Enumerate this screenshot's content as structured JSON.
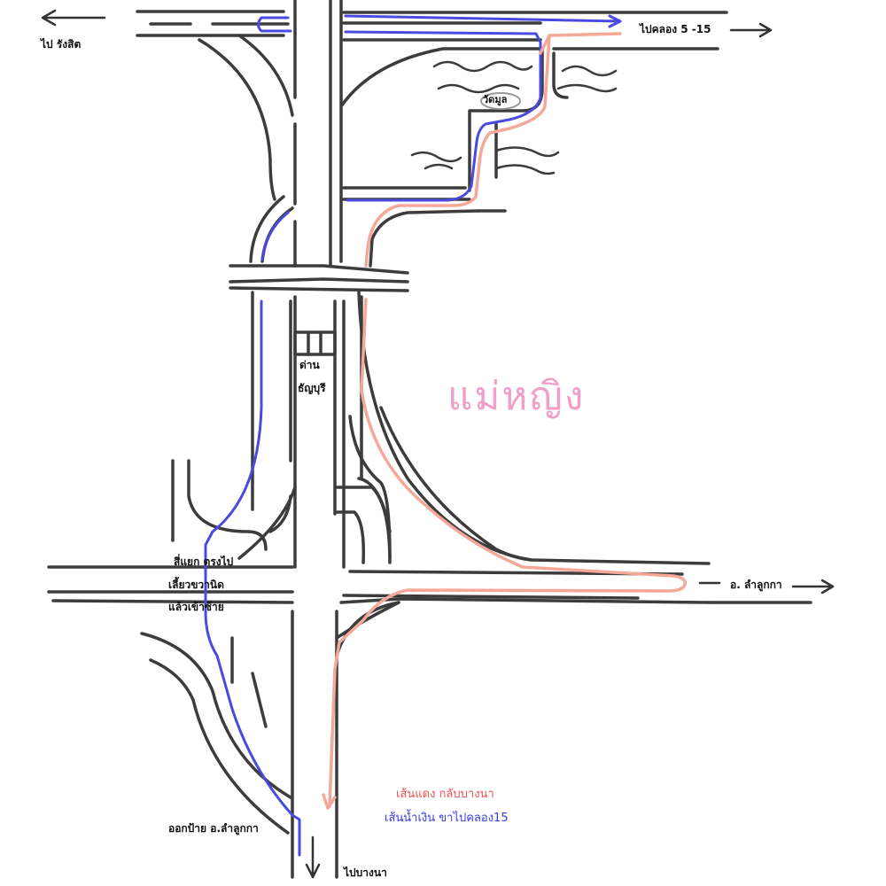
{
  "labels": {
    "to_rangsit": "ไป รังสิต",
    "to_khlong": "ไปคลอง 5 -15",
    "wat_mun": "วัดมูล",
    "toll": "ด่าน",
    "thanyaburi": "ธัญบุรี",
    "intersection_1": "สี่แยก ตรงไป",
    "intersection_2": "เลี้ยวขวานิด",
    "intersection_3": "แล้วเข้าซ้าย",
    "to_lamlukka": "อ. ลำลูกกา",
    "exit_lamlukka": "ออกป้าย อ.ลำลูกกา",
    "to_bangna": "ไปบางนา",
    "watermark": "แม่หญิง"
  },
  "legend": {
    "red_line": "เส้นแดง กลับบางนา",
    "blue_line": "เส้นน้ำเงิน ขาไปคลอง15"
  },
  "colors": {
    "road": "#3c3c3c",
    "blue_route": "#4a4ae0",
    "red_route": "#f4a898",
    "watermark": "#f0a0c8",
    "legend_red": "#f05050",
    "legend_blue": "#3a3ae8"
  },
  "icons": [
    "arrow-left-icon",
    "arrow-right-icon",
    "arrow-down-icon",
    "temple-icon",
    "toll-booth-icon"
  ]
}
